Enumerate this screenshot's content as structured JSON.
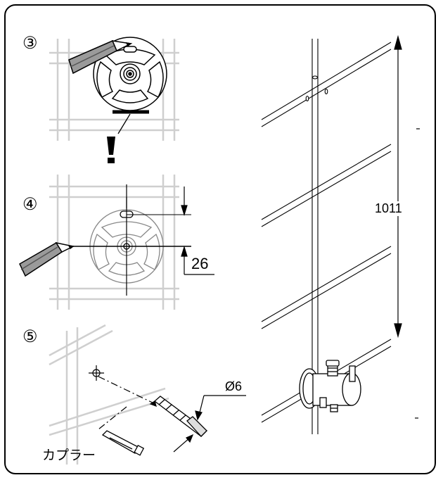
{
  "steps": {
    "step3": {
      "number": "③"
    },
    "step4": {
      "number": "④",
      "offset_dimension": "26"
    },
    "step5": {
      "number": "⑤",
      "drill_diameter": "Ø6",
      "coupler_label": "カプラー"
    }
  },
  "wall_view": {
    "height_dimension": "1011"
  },
  "colors": {
    "line": "#000000",
    "tile_grid": "#cfcfcf",
    "background": "#ffffff"
  }
}
